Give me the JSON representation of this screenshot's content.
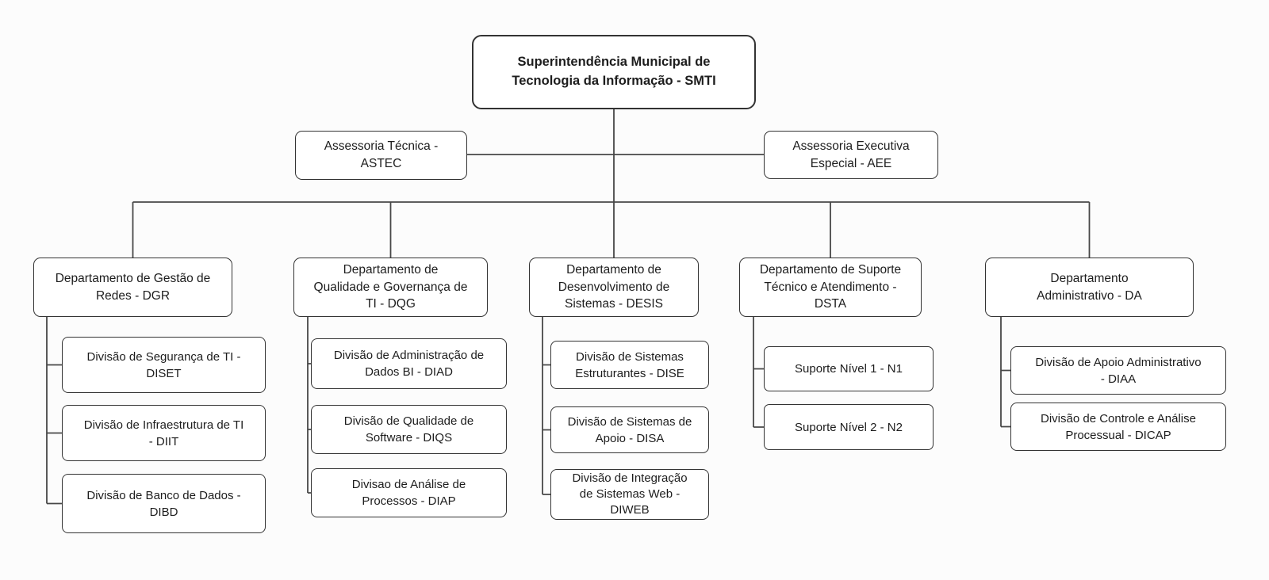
{
  "org": {
    "root": {
      "label": "Superintendência Municipal de Tecnologia da Informação - SMTI"
    },
    "advisors": [
      {
        "id": "astec",
        "label": "Assessoria Técnica - ASTEC"
      },
      {
        "id": "aee",
        "label": "Assessoria Executiva Especial - AEE"
      }
    ],
    "departments": [
      {
        "id": "dgr",
        "label": "Departamento de Gestão de Redes - DGR",
        "children": [
          "Divisão de Segurança de TI - DISET",
          "Divisão de Infraestrutura de TI - DIIT",
          "Divisão de Banco de Dados - DIBD"
        ]
      },
      {
        "id": "dqg",
        "label": "Departamento de Qualidade e Governança de TI - DQG",
        "children": [
          "Divisão de Administração de Dados BI - DIAD",
          "Divisão de Qualidade de Software - DIQS",
          "Divisao de Análise de Processos - DIAP"
        ]
      },
      {
        "id": "desis",
        "label": "Departamento de Desenvolvimento de Sistemas - DESIS",
        "children": [
          "Divisão de Sistemas Estruturantes - DISE",
          "Divisão de Sistemas de Apoio - DISA",
          "Divisão de Integração de Sistemas Web - DIWEB"
        ]
      },
      {
        "id": "dsta",
        "label": "Departamento de Suporte Técnico e Atendimento - DSTA",
        "children": [
          "Suporte Nível 1 - N1",
          "Suporte Nível 2 - N2"
        ]
      },
      {
        "id": "da",
        "label": "Departamento Administrativo - DA",
        "children": [
          "Divisão de Apoio Administrativo - DIAA",
          "Divisão de Controle e Análise Processual - DICAP"
        ]
      }
    ]
  },
  "style": {
    "line_color": "#474747",
    "box_border_color": "#333333",
    "box_fill": "#ffffff",
    "text_color": "#1d1d1d",
    "background": "#fcfcfc"
  }
}
